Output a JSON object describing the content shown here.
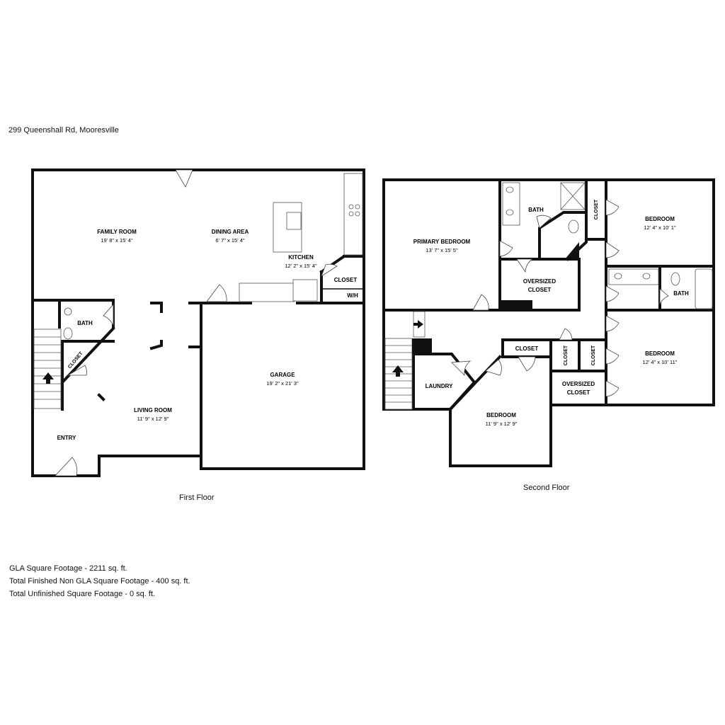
{
  "address": "299 Queenshall Rd, Mooresville",
  "floors": {
    "first": {
      "label": "First Floor",
      "rooms": {
        "family_room": {
          "name": "FAMILY ROOM",
          "dims": "19' 8\" x 15' 4\""
        },
        "dining_area": {
          "name": "DINING AREA",
          "dims": "6' 7\" x 15' 4\""
        },
        "kitchen": {
          "name": "KITCHEN",
          "dims": "12' 2\" x 15' 4\""
        },
        "closet": {
          "name": "CLOSET"
        },
        "wh": {
          "name": "W/H"
        },
        "bath": {
          "name": "BATH"
        },
        "closet_stair": {
          "name": "CLOSET"
        },
        "living_room": {
          "name": "LIVING ROOM",
          "dims": "11' 9\" x 12' 9\""
        },
        "entry": {
          "name": "ENTRY"
        },
        "garage": {
          "name": "GARAGE",
          "dims": "19' 2\" x 21' 3\""
        }
      }
    },
    "second": {
      "label": "Second Floor",
      "rooms": {
        "primary_bedroom": {
          "name": "PRIMARY BEDROOM",
          "dims": "13' 7\" x 15' 5\""
        },
        "primary_bath": {
          "name": "BATH"
        },
        "oversized_closet_1": {
          "name": "OVERSIZED",
          "name2": "CLOSET"
        },
        "closet_top": {
          "name": "CLOSET"
        },
        "bedroom_ne": {
          "name": "BEDROOM",
          "dims": "12' 4\" x 10' 1\""
        },
        "bath_hall": {
          "name": "BATH"
        },
        "bedroom_e": {
          "name": "BEDROOM",
          "dims": "12' 4\" x 10' 11\""
        },
        "closet_mid": {
          "name": "CLOSET"
        },
        "closet_v1": {
          "name": "CLOSET"
        },
        "closet_v2": {
          "name": "CLOSET"
        },
        "oversized_closet_2": {
          "name": "OVERSIZED",
          "name2": "CLOSET"
        },
        "laundry": {
          "name": "LAUNDRY"
        },
        "bedroom_s": {
          "name": "BEDROOM",
          "dims": "11' 9\" x 12' 9\""
        }
      }
    }
  },
  "stats": [
    "GLA Square Footage - 2211 sq. ft.",
    "Total Finished Non GLA Square Footage - 400 sq. ft.",
    "Total Unfinished Square Footage - 0 sq. ft."
  ]
}
